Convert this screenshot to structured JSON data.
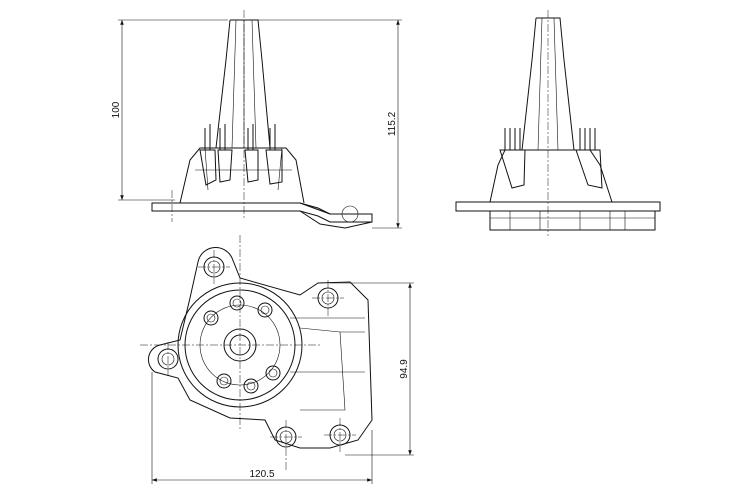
{
  "dimensions": {
    "front_height": "100",
    "front_total_height": "115.2",
    "plan_depth": "94.9",
    "plan_width": "120.5"
  }
}
